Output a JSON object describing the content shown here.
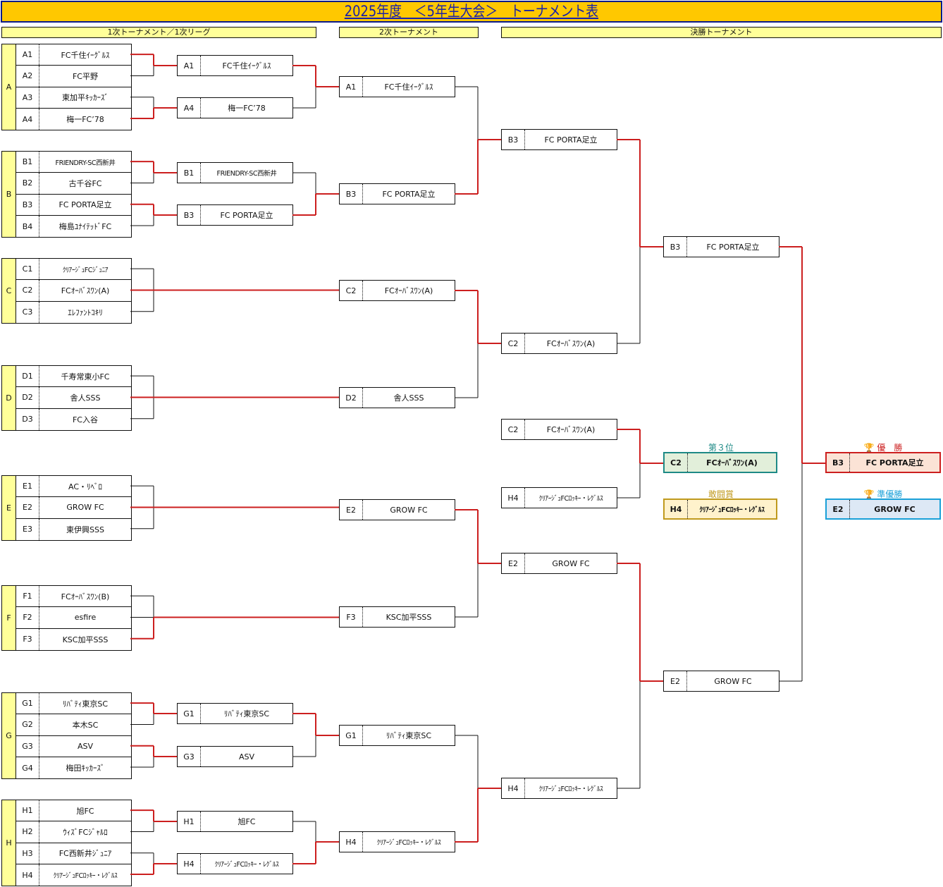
{
  "title": "2025年度　＜5年生大会＞　トーナメント表",
  "section_headers": {
    "round1": "1次トーナメント／1次リーグ",
    "round2": "2次トーナメント",
    "final": "決勝トーナメント"
  },
  "groups": [
    {
      "letter": "A",
      "teams": [
        {
          "code": "A1",
          "name": "FC千住ｲｰｸﾞﾙｽ"
        },
        {
          "code": "A2",
          "name": "FC平野"
        },
        {
          "code": "A3",
          "name": "東加平ｷｯｶｰｽﾞ"
        },
        {
          "code": "A4",
          "name": "梅一FC’78"
        }
      ]
    },
    {
      "letter": "B",
      "teams": [
        {
          "code": "B1",
          "name": "FRIENDRY-SC西新井"
        },
        {
          "code": "B2",
          "name": "古千谷FC"
        },
        {
          "code": "B3",
          "name": "FC PORTA足立"
        },
        {
          "code": "B4",
          "name": "梅島ﾕﾅｲﾃｯﾄﾞFC"
        }
      ]
    },
    {
      "letter": "C",
      "teams": [
        {
          "code": "C1",
          "name": "ｸﾘｱｰｼﾞｭFCｼﾞｭﾆｱ"
        },
        {
          "code": "C2",
          "name": "FCｵｰﾊﾞｽﾜﾝ(A)"
        },
        {
          "code": "C3",
          "name": "ｴﾚﾌｧﾝﾄｺｷﾘ"
        }
      ]
    },
    {
      "letter": "D",
      "teams": [
        {
          "code": "D1",
          "name": "千寿常東小FC"
        },
        {
          "code": "D2",
          "name": "舎人SSS"
        },
        {
          "code": "D3",
          "name": "FC入谷"
        }
      ]
    },
    {
      "letter": "E",
      "teams": [
        {
          "code": "E1",
          "name": "AC・ﾘﾍﾞﾛ"
        },
        {
          "code": "E2",
          "name": "GROW FC"
        },
        {
          "code": "E3",
          "name": "東伊興SSS"
        }
      ]
    },
    {
      "letter": "F",
      "teams": [
        {
          "code": "F1",
          "name": "FCｵｰﾊﾞｽﾜﾝ(B)"
        },
        {
          "code": "F2",
          "name": "esfire"
        },
        {
          "code": "F3",
          "name": "KSC加平SSS"
        }
      ]
    },
    {
      "letter": "G",
      "teams": [
        {
          "code": "G1",
          "name": "ﾘﾊﾞﾃｨ東京SC"
        },
        {
          "code": "G2",
          "name": "本木SC"
        },
        {
          "code": "G3",
          "name": "ASV"
        },
        {
          "code": "G4",
          "name": "梅田ｷｯｶｰｽﾞ"
        }
      ]
    },
    {
      "letter": "H",
      "teams": [
        {
          "code": "H1",
          "name": "旭FC"
        },
        {
          "code": "H2",
          "name": "ｳｨｽﾞFCｼﾞｬﾙﾛ"
        },
        {
          "code": "H3",
          "name": "FC西新井ｼﾞｭﾆｱ"
        },
        {
          "code": "H4",
          "name": "ｸﾘｱｰｼﾞｭFCﾛｯｷｰ・ﾚｸﾞﾙｽ"
        }
      ]
    }
  ],
  "round1_winners": [
    {
      "code": "A1",
      "name": "FC千住ｲｰｸﾞﾙｽ"
    },
    {
      "code": "A4",
      "name": "梅一FC’78"
    },
    {
      "code": "B1",
      "name": "FRIENDRY-SC西新井"
    },
    {
      "code": "B3",
      "name": "FC PORTA足立"
    },
    {
      "code": "G1",
      "name": "ﾘﾊﾞﾃｨ東京SC"
    },
    {
      "code": "G3",
      "name": "ASV"
    },
    {
      "code": "H1",
      "name": "旭FC"
    },
    {
      "code": "H4",
      "name": "ｸﾘｱｰｼﾞｭFCﾛｯｷｰ・ﾚｸﾞﾙｽ"
    }
  ],
  "round2": [
    {
      "code": "A1",
      "name": "FC千住ｲｰｸﾞﾙｽ"
    },
    {
      "code": "B3",
      "name": "FC PORTA足立"
    },
    {
      "code": "C2",
      "name": "FCｵｰﾊﾞｽﾜﾝ(A)"
    },
    {
      "code": "D2",
      "name": "舎人SSS"
    },
    {
      "code": "E2",
      "name": "GROW FC"
    },
    {
      "code": "F3",
      "name": "KSC加平SSS"
    },
    {
      "code": "G1",
      "name": "ﾘﾊﾞﾃｨ東京SC"
    },
    {
      "code": "H4",
      "name": "ｸﾘｱｰｼﾞｭFCﾛｯｷｰ・ﾚｸﾞﾙｽ"
    }
  ],
  "quarterfinal": [
    {
      "code": "B3",
      "name": "FC PORTA足立"
    },
    {
      "code": "C2",
      "name": "FCｵｰﾊﾞｽﾜﾝ(A)"
    },
    {
      "code": "E2",
      "name": "GROW FC"
    },
    {
      "code": "H4",
      "name": "ｸﾘｱｰｼﾞｭFCﾛｯｷｰ・ﾚｸﾞﾙｽ"
    }
  ],
  "third_place_match": [
    {
      "code": "C2",
      "name": "FCｵｰﾊﾞｽﾜﾝ(A)"
    },
    {
      "code": "H4",
      "name": "ｸﾘｱｰｼﾞｭFCﾛｯｷｰ・ﾚｸﾞﾙｽ"
    }
  ],
  "semifinal": [
    {
      "code": "B3",
      "name": "FC PORTA足立"
    },
    {
      "code": "E2",
      "name": "GROW FC"
    }
  ],
  "results": {
    "champion": {
      "label": "優　勝",
      "code": "B3",
      "name": "FC PORTA足立",
      "icon": "trophy-icon",
      "color": "#cc1f1f",
      "bg": "#fbe3d6"
    },
    "runner_up": {
      "label": "準優勝",
      "code": "E2",
      "name": "GROW FC",
      "icon": "trophy-icon",
      "color": "#1aa0d8",
      "bg": "#dde8f5"
    },
    "third": {
      "label": "第３位",
      "code": "C2",
      "name": "FCｵｰﾊﾞｽﾜﾝ(A)",
      "color": "#1e8a86",
      "bg": "#e2efda"
    },
    "fighting_spirit": {
      "label": "敢闘賞",
      "code": "H4",
      "name": "ｸﾘｱｰｼﾞｭFCﾛｯｷｰ・ﾚｸﾞﾙｽ",
      "color": "#c09a1e",
      "bg": "#fff2cc"
    }
  },
  "colors": {
    "title_bg": "#ffc800",
    "title_text": "#1a22a8",
    "header_bg": "#ffff99",
    "winner_line": "#cc1f1f",
    "line": "#111111"
  }
}
